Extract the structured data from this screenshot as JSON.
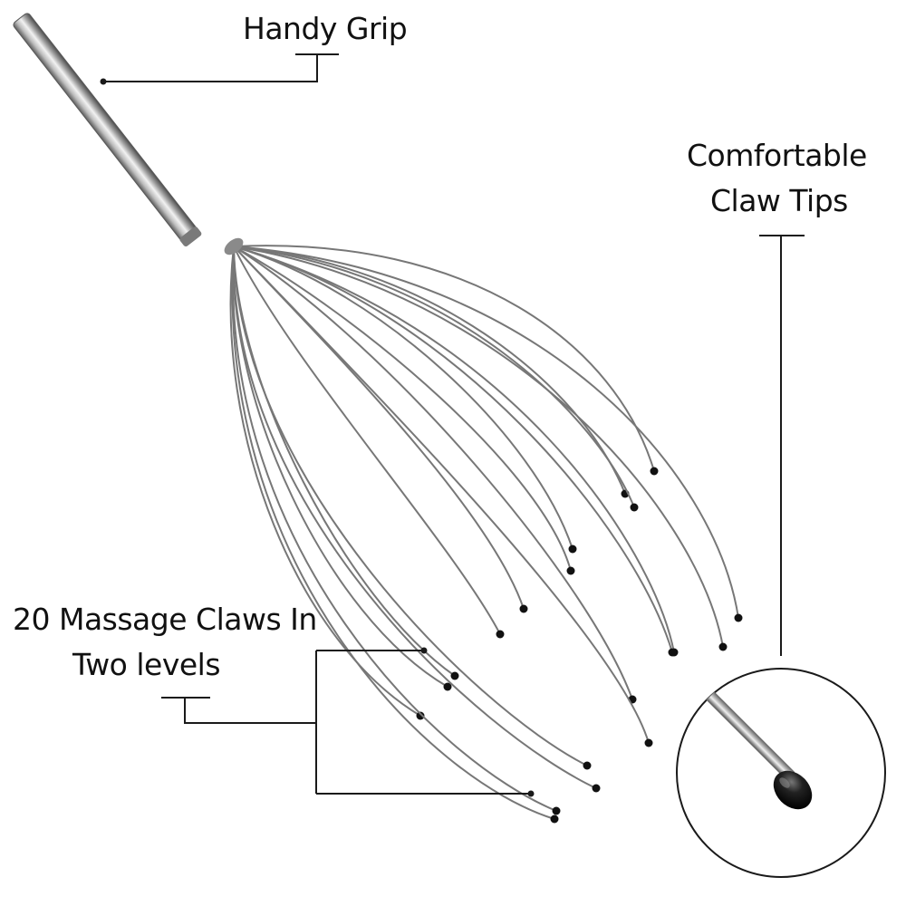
{
  "labels": {
    "handy_grip": "Handy Grip",
    "claw_tips_line1": "Comfortable",
    "claw_tips_line2": "Claw Tips",
    "claws_line1": "20 Massage Claws In",
    "claws_line2": "Two levels"
  },
  "colors": {
    "background": "#ffffff",
    "text": "#111111",
    "callout_line": "#1a1a1a",
    "metal_dark": "#6e6e6e",
    "metal_light": "#e6e6e6",
    "wire": "#777777",
    "ball_tip": "#111111"
  },
  "icons": {
    "product": "head-massager-icon",
    "detail": "claw-tip-icon"
  }
}
